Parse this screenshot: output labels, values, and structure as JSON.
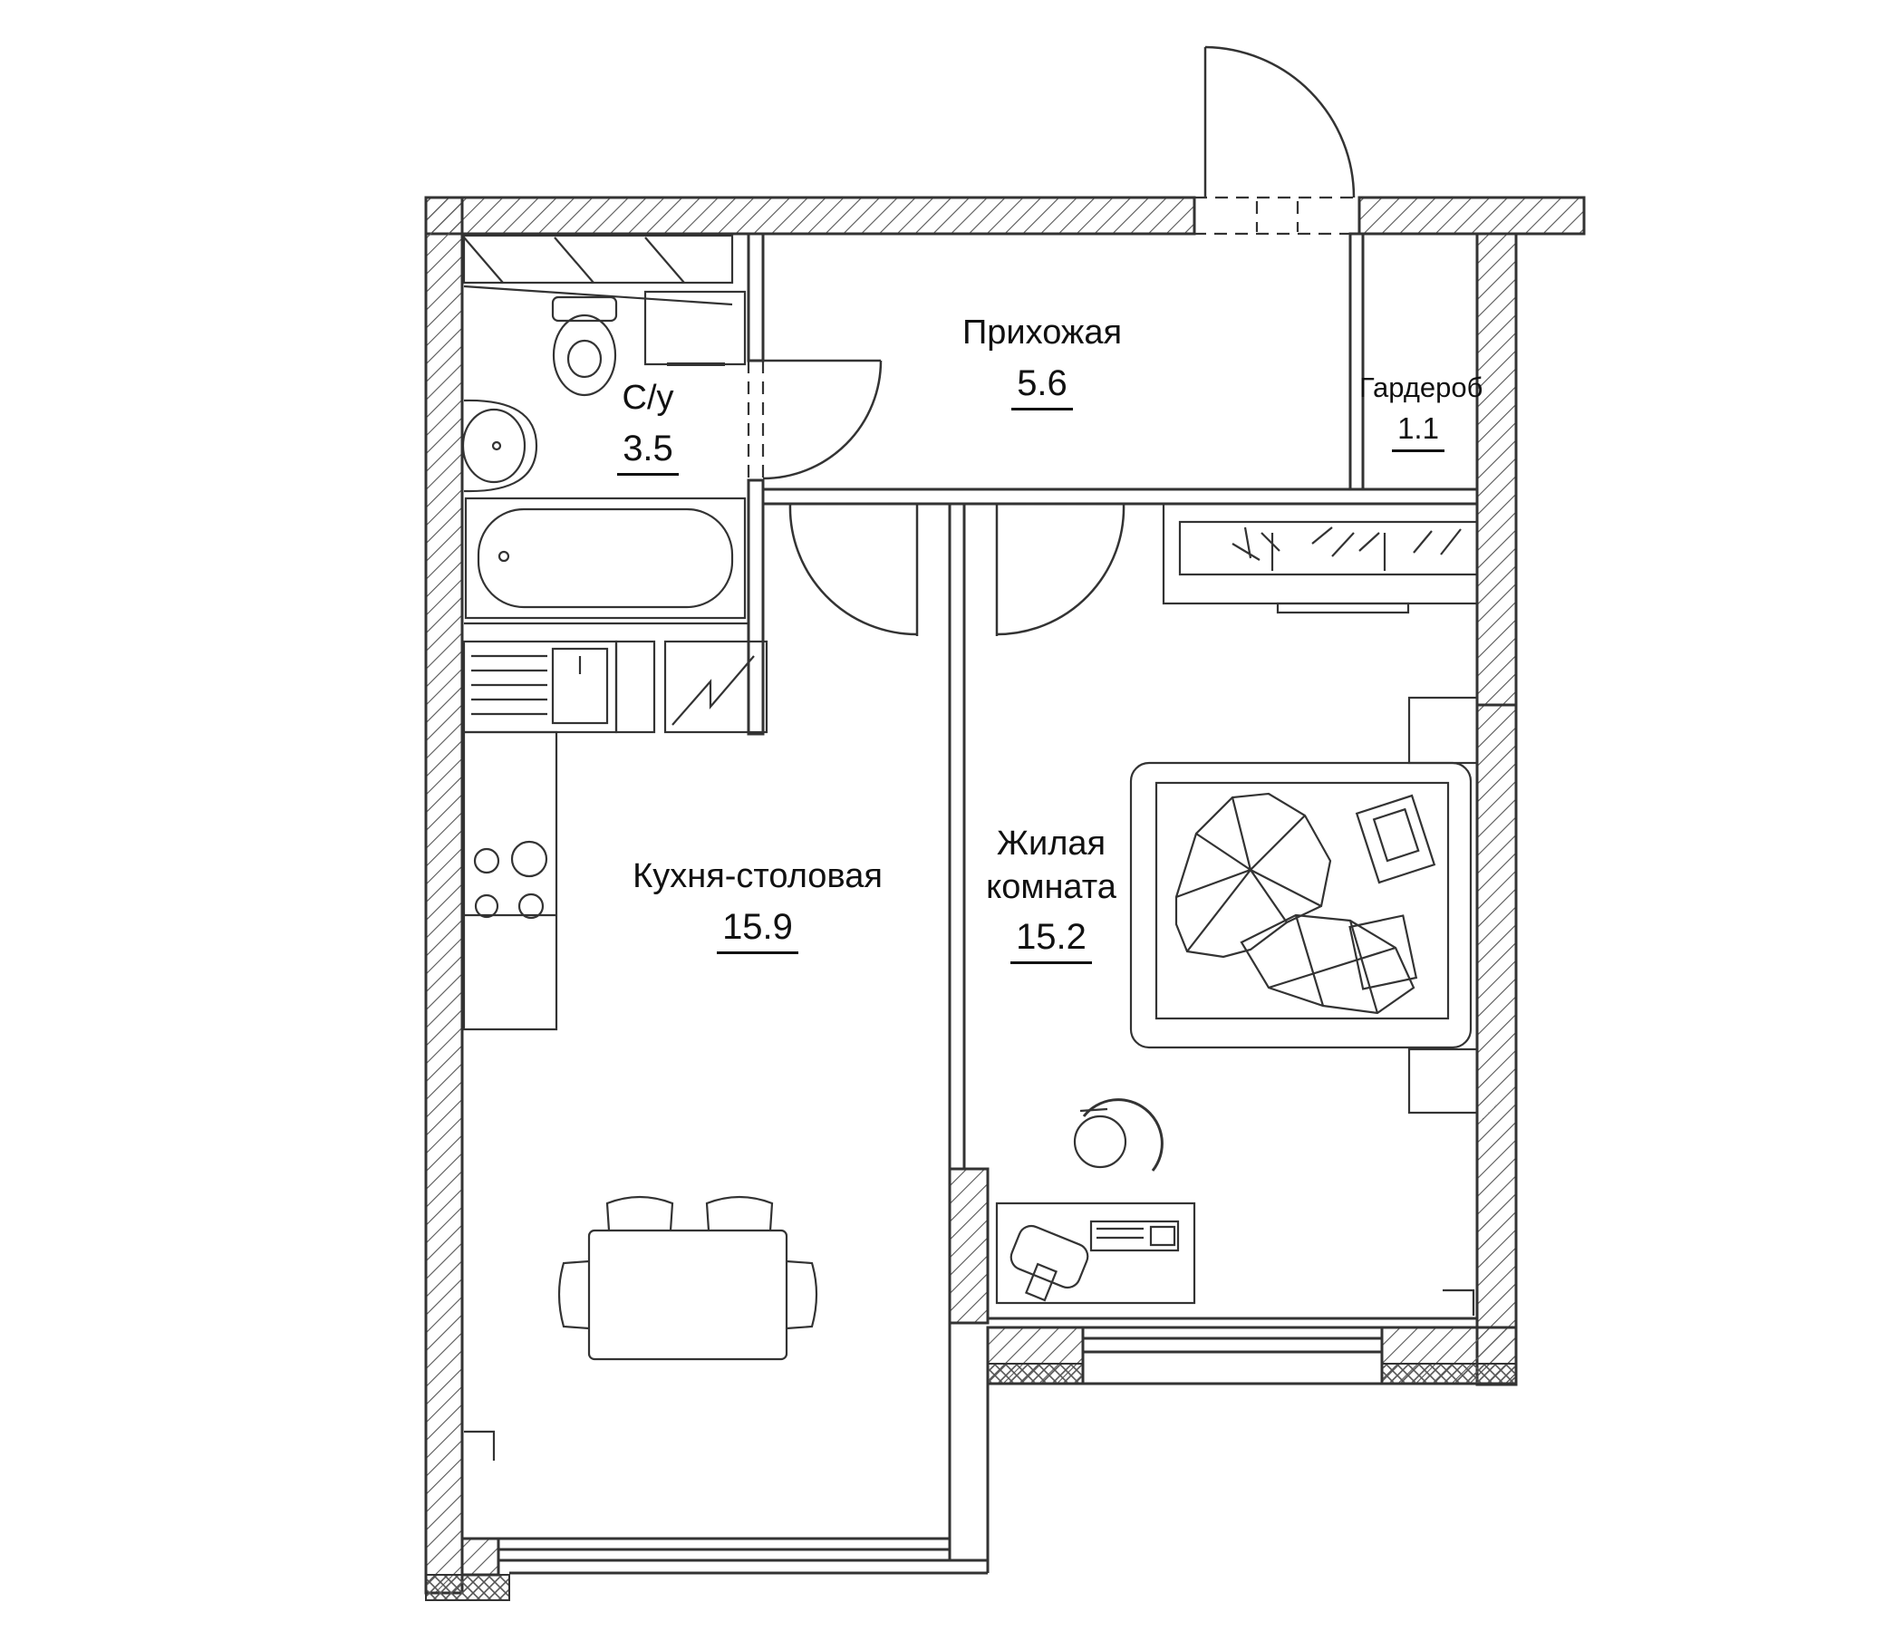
{
  "rooms": {
    "hallway": {
      "name": "Прихожая",
      "area": "5.6"
    },
    "wardrobe": {
      "name": "Гардероб",
      "area": "1.1"
    },
    "bathroom": {
      "name": "С/у",
      "area": "3.5"
    },
    "kitchen": {
      "name": "Кухня-столовая",
      "area": "15.9"
    },
    "living": {
      "name_line1": "Жилая",
      "name_line2": "комната",
      "area": "15.2"
    }
  },
  "colors": {
    "line": "#333333",
    "hatch": "#555555",
    "background": "#ffffff"
  }
}
